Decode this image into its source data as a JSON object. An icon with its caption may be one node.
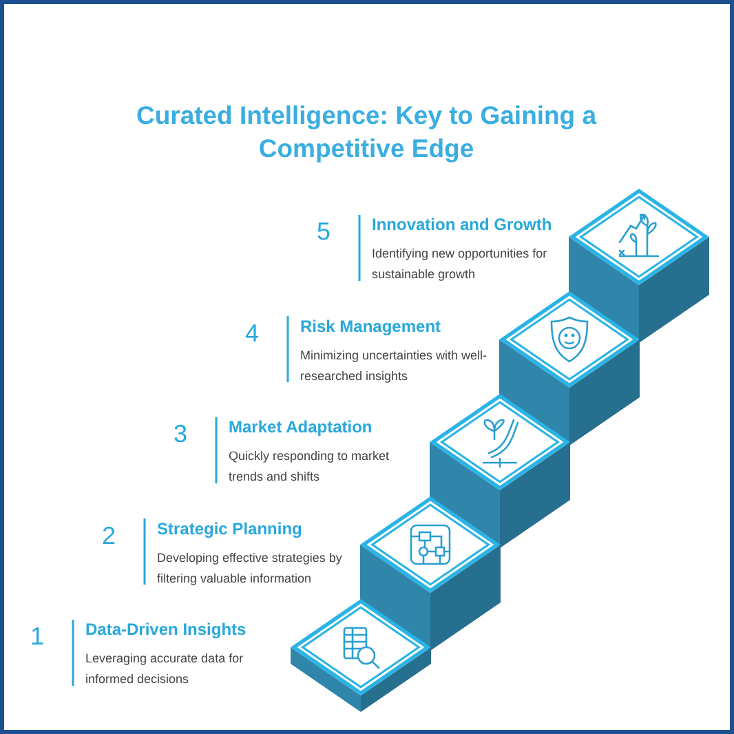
{
  "diagram": {
    "title": "Curated Intelligence: Key to Gaining a Competitive Edge",
    "labels": [
      "5",
      "Innovation and Growth",
      "Identifying new opportunities for sustainable growth",
      "4",
      "Risk Management",
      "Minimizing uncertainties with well-researched insights",
      "3",
      "Market Adaptation",
      "Quickly responding to market trends and shifts",
      "2",
      "Strategic Planning",
      "Developing effective strategies by filtering valuable information",
      "1",
      "Data-Driven Insights",
      "Leveraging accurate data for informed decisions"
    ]
  }
}
